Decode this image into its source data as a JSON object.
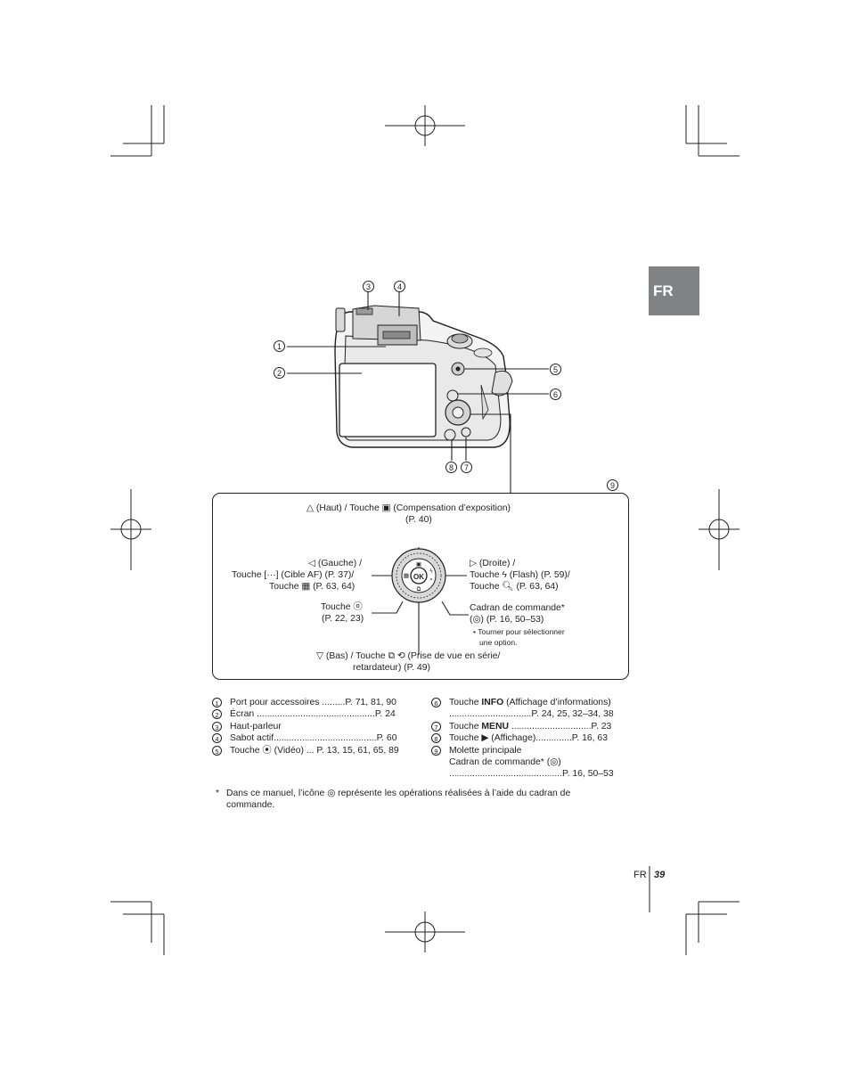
{
  "lang_tab": "FR",
  "callouts": {
    "c1": "1",
    "c2": "2",
    "c3": "3",
    "c4": "4",
    "c5": "5",
    "c6": "6",
    "c7": "7",
    "c8": "8",
    "c9": "9"
  },
  "dial_labels": {
    "up_line1": "△ (Haut) / Touche ▣ (Compensation d’exposition)",
    "up_line2": "(P. 40)",
    "left_line1": "◁ (Gauche) /",
    "left_line2": "Touche [···] (Cible AF) (P. 37)/",
    "left_line3": "Touche ▦ (P. 63, 64)",
    "right_line1": "▷ (Droite) /",
    "right_line2": "Touche ϟ (Flash) (P. 59)/",
    "right_line3": "Touche 🔍︎ (P. 63, 64)",
    "ok_line1": "Touche ⓞ",
    "ok_line2": "(P. 22, 23)",
    "dial_line1": "Cadran de commande*",
    "dial_line2": "(◎) (P. 16, 50–53)",
    "dial_note1": "• Tourner pour sélectionner",
    "dial_note2": "une option.",
    "down_line1": "▽ (Bas) / Touche ⧉ ⟲ (Prise de vue en série/",
    "down_line2": "retardateur) (P. 49)",
    "ok_text": "OK"
  },
  "left_list": [
    {
      "num": "1",
      "text": "Port pour accessoires .........P. 71, 81, 90"
    },
    {
      "num": "2",
      "text": "Écran ..............................................P. 24"
    },
    {
      "num": "3",
      "text": "Haut-parleur"
    },
    {
      "num": "4",
      "text": "Sabot actif........................................P. 60"
    },
    {
      "num": "5",
      "text": "Touche ⦿ (Vidéo) ... P. 13, 15, 61, 65, 89"
    }
  ],
  "right_list": {
    "r6_a": "Touche ",
    "r6_b": "INFO",
    "r6_c": " (Affichage d’informations)",
    "r6_d": "................................P. 24, 25, 32–34, 38",
    "r7_a": "Touche ",
    "r7_b": "MENU",
    "r7_c": " ...............................P. 23",
    "r8": "Touche ▶ (Affichage)..............P. 16, 63",
    "r9_a": "Molette principale",
    "r9_b": "Cadran de commande* (◎)",
    "r9_c": "............................................P. 16, 50–53"
  },
  "footnote_star": "*",
  "footnote_line1": "Dans ce manuel, l’icône ◎ représente les opérations réalisées à l’aide du cadran de",
  "footnote_line2": "commande.",
  "footer_lang": "FR",
  "footer_page": "39"
}
